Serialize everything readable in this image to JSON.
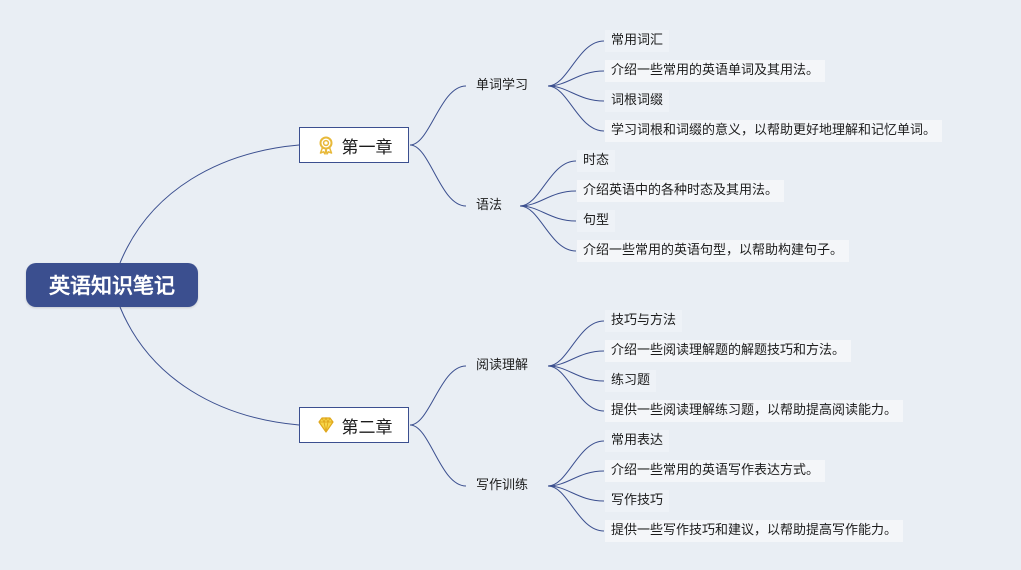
{
  "colors": {
    "background": "#e9eef4",
    "root_fill": "#3b4f8f",
    "connector": "#3b4f8f",
    "chapter1_icon": "#e8b93a",
    "chapter2_icon": "#f2c530"
  },
  "root": {
    "title": "英语知识笔记"
  },
  "chapters": [
    {
      "title": "第一章",
      "icon": "award-ribbon-icon",
      "sections": [
        {
          "title": "单词学习",
          "items": [
            "常用词汇",
            "介绍一些常用的英语单词及其用法。",
            "词根词缀",
            "学习词根和词缀的意义，以帮助更好地理解和记忆单词。"
          ]
        },
        {
          "title": "语法",
          "items": [
            "时态",
            "介绍英语中的各种时态及其用法。",
            "句型",
            "介绍一些常用的英语句型，以帮助构建句子。"
          ]
        }
      ]
    },
    {
      "title": "第二章",
      "icon": "diamond-icon",
      "sections": [
        {
          "title": "阅读理解",
          "items": [
            "技巧与方法",
            "介绍一些阅读理解题的解题技巧和方法。",
            "练习题",
            "提供一些阅读理解练习题，以帮助提高阅读能力。"
          ]
        },
        {
          "title": "写作训练",
          "items": [
            "常用表达",
            "介绍一些常用的英语写作表达方式。",
            "写作技巧",
            "提供一些写作技巧和建议，以帮助提高写作能力。"
          ]
        }
      ]
    }
  ]
}
